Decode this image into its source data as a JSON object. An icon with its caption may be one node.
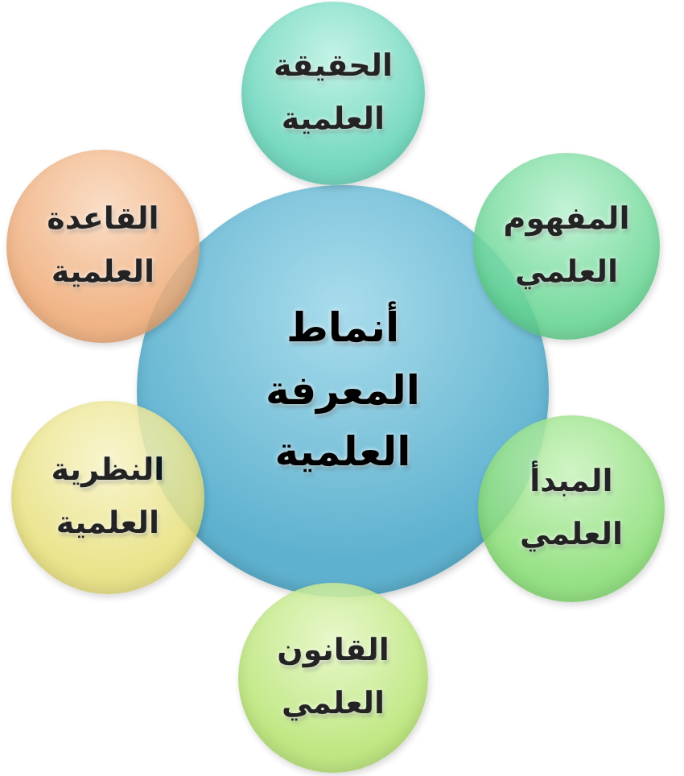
{
  "diagram": {
    "nodes": [
      {
        "text": [
          "أنماط المعرفة العلمية"
        ]
      },
      {
        "text": [
          "الحقيقة العلمية"
        ]
      },
      {
        "text": [
          "المفهوم العلمي"
        ]
      },
      {
        "text": [
          "المبدأ العلمي"
        ]
      },
      {
        "text": [
          "القانون العلمي"
        ]
      },
      {
        "text": [
          "النظرية العلمية"
        ]
      },
      {
        "text": [
          "القاعدة العلمية"
        ]
      }
    ]
  }
}
